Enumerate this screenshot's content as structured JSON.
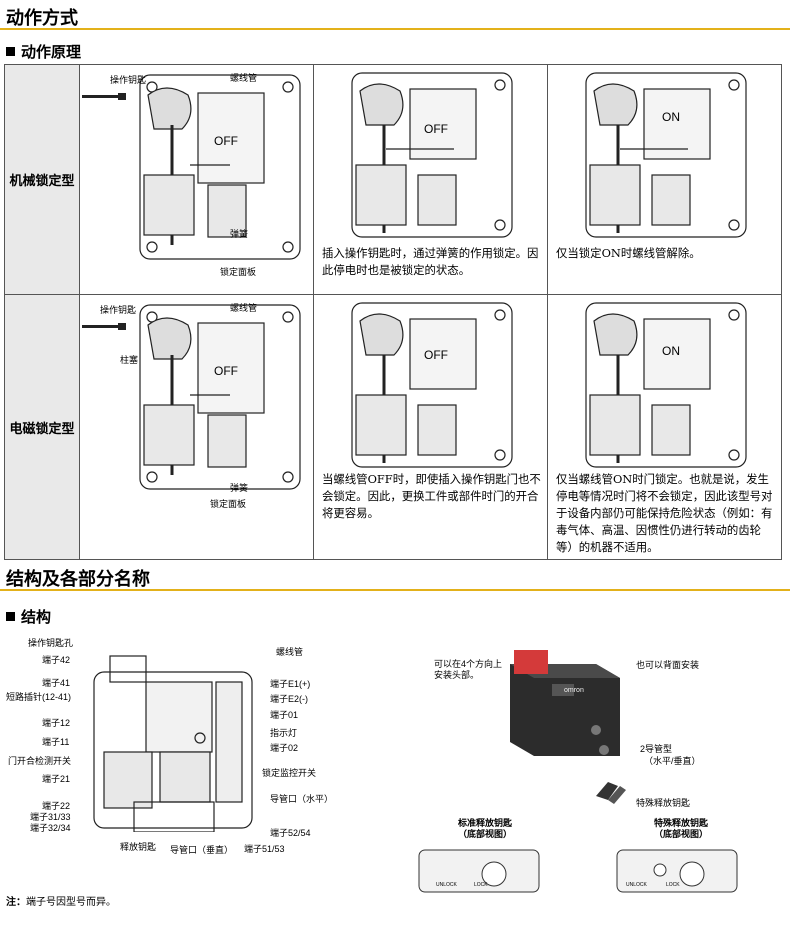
{
  "page": {
    "title": "动作方式",
    "section_principle": "动作原理",
    "section_structure_title": "结构及各部分名称",
    "section_structure": "结构",
    "note_label": "注：",
    "note_text": "端子号因型号而异。"
  },
  "principle": {
    "mechanical": {
      "row_label": "机械锁定型",
      "labels": {
        "key": "操作钥匙",
        "solenoid": "螺线管",
        "spring": "弹簧",
        "lock_plate": "锁定面板"
      },
      "states": [
        "OFF",
        "OFF",
        "ON"
      ],
      "caption_1": "插入操作钥匙时，通过弹簧的作用锁定。因此停电时也是被锁定的状态。",
      "caption_2": "仅当锁定ON时螺线管解除。"
    },
    "solenoid": {
      "row_label": "电磁锁定型",
      "labels": {
        "key": "操作钥匙",
        "solenoid": "螺线管",
        "plunger": "柱塞",
        "spring": "弹簧",
        "lock_plate": "锁定面板"
      },
      "states": [
        "OFF",
        "OFF",
        "ON"
      ],
      "caption_1": "当螺线管OFF时，即使插入操作钥匙门也不会锁定。因此，更换工件或部件时门的开合将更容易。",
      "caption_2": "仅当螺线管ON时门锁定。也就是说，发生停电等情况时门将不会锁定，因此该型号对于设备内部仍可能保持危险状态（例如：有毒气体、高温、因惯性仍进行转动的齿轮等）的机器不适用。"
    }
  },
  "structure": {
    "left_labels": [
      "操作钥匙孔",
      "端子42",
      "端子41",
      "短路插针(12-41)",
      "端子12",
      "端子11",
      "门开合检测开关",
      "端子21",
      "端子22",
      "端子31/33",
      "端子32/34"
    ],
    "bottom_labels": [
      "释放钥匙",
      "导管口（垂直）",
      "端子51/53"
    ],
    "right_labels": [
      "螺线管",
      "端子E1(+)",
      "端子E2(-)",
      "端子01",
      "指示灯",
      "端子02",
      "锁定监控开关",
      "导管口（水平）",
      "端子52/54"
    ],
    "product_labels": {
      "head_note": "可以在4个方向上\n安装头部。",
      "back_mount": "也可以背面安装",
      "two_conduit": "2导管型",
      "two_conduit_sub": "（水平/垂直）",
      "special_key": "特殊释放钥匙",
      "brand": "omron"
    },
    "views": [
      {
        "title": "标准释放钥匙\n（底部视图）",
        "unlock": "UNLOCK",
        "lock": "LOCK"
      },
      {
        "title": "特殊释放钥匙\n（底部视图）",
        "unlock": "UNLOCK",
        "lock": "LOCK"
      }
    ]
  }
}
